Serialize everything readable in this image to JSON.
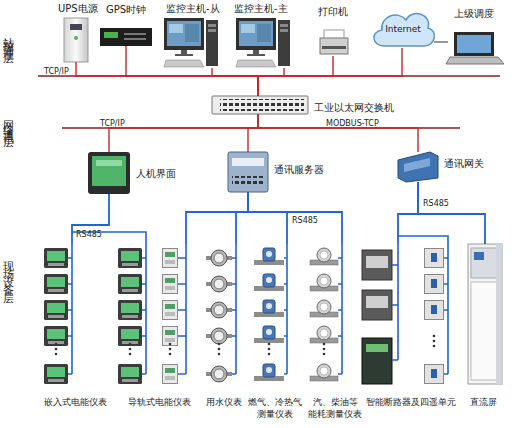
{
  "diagram": {
    "nodes": [
      {
        "text": [
          "UPS电源"
        ]
      },
      {
        "text": [
          "GPS时钟"
        ]
      },
      {
        "text": [
          "监控主机-从"
        ]
      },
      {
        "text": [
          "监控主机-主"
        ]
      },
      {
        "text": [
          "打印机"
        ]
      },
      {
        "text": [
          "Internet"
        ]
      },
      {
        "text": [
          "上级调度"
        ]
      },
      {
        "text": [
          "工业以太网交换机"
        ]
      },
      {
        "text": [
          "人机界面"
        ]
      },
      {
        "text": [
          "通讯服务器"
        ]
      },
      {
        "text": [
          "通讯网关"
        ]
      },
      {
        "text": [
          "嵌入式电能仪表"
        ]
      },
      {
        "text": [
          "导轨式电能仪表"
        ]
      },
      {
        "text": [
          "用水仪表"
        ]
      },
      {
        "text": [
          "燃气、冷热气 测量仪表"
        ]
      },
      {
        "text": [
          "汽、柴油等 能耗测量仪表"
        ]
      },
      {
        "text": [
          "智能断路器及四遥单元"
        ]
      },
      {
        "text": [
          "直流屏"
        ]
      }
    ],
    "edges": [
      {
        "from": 0,
        "to": 7,
        "arrow": "none"
      },
      {
        "from": 1,
        "to": 7,
        "arrow": "none"
      },
      {
        "from": 2,
        "to": 7,
        "arrow": "none"
      },
      {
        "from": 3,
        "to": 7,
        "arrow": "none"
      },
      {
        "from": 4,
        "to": 7,
        "arrow": "none"
      },
      {
        "from": 5,
        "to": 7,
        "arrow": "none"
      },
      {
        "from": 6,
        "to": 5,
        "arrow": "none"
      },
      {
        "from": 7,
        "to": 8,
        "arrow": "none"
      },
      {
        "from": 7,
        "to": 9,
        "arrow": "none"
      },
      {
        "from": 7,
        "to": 10,
        "arrow": "none"
      },
      {
        "from": 8,
        "to": 11,
        "arrow": "none"
      },
      {
        "from": 9,
        "to": 12,
        "arrow": "none"
      },
      {
        "from": 9,
        "to": 13,
        "arrow": "none"
      },
      {
        "from": 9,
        "to": 14,
        "arrow": "none"
      },
      {
        "from": 9,
        "to": 15,
        "arrow": "none"
      },
      {
        "from": 10,
        "to": 16,
        "arrow": "none"
      },
      {
        "from": 10,
        "to": 17,
        "arrow": "none"
      }
    ],
    "labels": [
      "站控管理层",
      "网络通讯层",
      "现场设备层",
      "TCP/IP",
      "TCP/IP",
      "MODBUS-TCP",
      "RS485",
      "RS485",
      "RS485"
    ]
  }
}
